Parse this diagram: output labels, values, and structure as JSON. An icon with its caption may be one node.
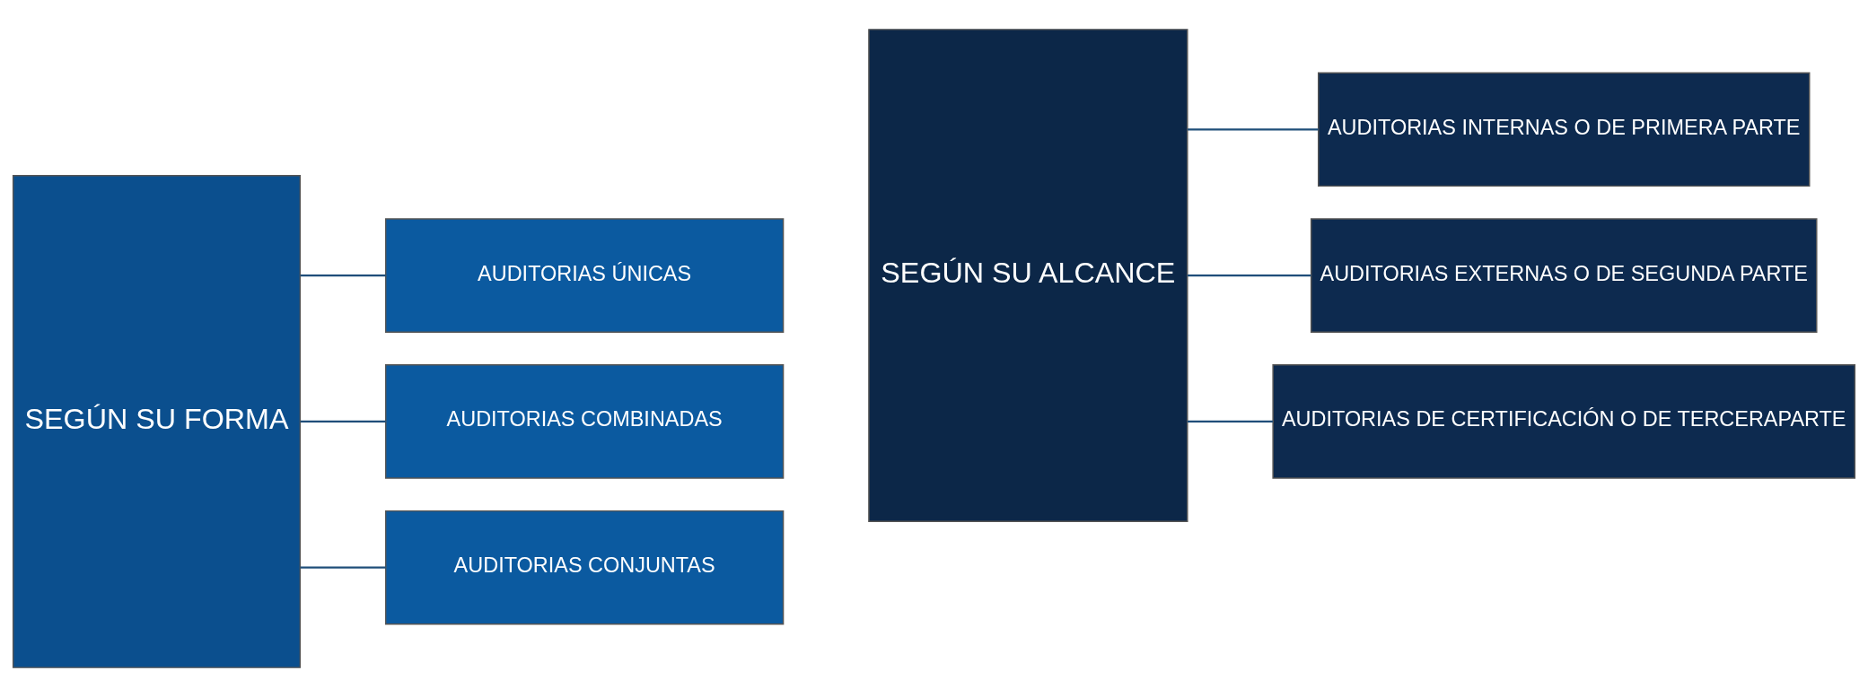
{
  "diagram": {
    "nodes": [
      {
        "text": [
          "SEGÚN SU FORMA"
        ]
      },
      {
        "text": [
          "AUDITORIAS ÚNICAS"
        ]
      },
      {
        "text": [
          "AUDITORIAS COMBINADAS"
        ]
      },
      {
        "text": [
          "AUDITORIAS CONJUNTAS"
        ]
      },
      {
        "text": [
          "SEGÚN SU ALCANCE"
        ]
      },
      {
        "text": [
          "AUDITORIAS INTERNAS O DE PRIMERA PARTE"
        ]
      },
      {
        "text": [
          "AUDITORIAS EXTERNAS O DE SEGUNDA PARTE"
        ]
      },
      {
        "text": [
          "AUDITORIAS DE CERTIFICACIÓN O DE TERCERAPARTE"
        ]
      }
    ],
    "edges": [
      {
        "from": 0,
        "to": 1,
        "arrow": "none"
      },
      {
        "from": 0,
        "to": 2,
        "arrow": "none"
      },
      {
        "from": 0,
        "to": 3,
        "arrow": "none"
      },
      {
        "from": 4,
        "to": 5,
        "arrow": "none"
      },
      {
        "from": 4,
        "to": 6,
        "arrow": "none"
      },
      {
        "from": 4,
        "to": 7,
        "arrow": "none"
      }
    ]
  }
}
